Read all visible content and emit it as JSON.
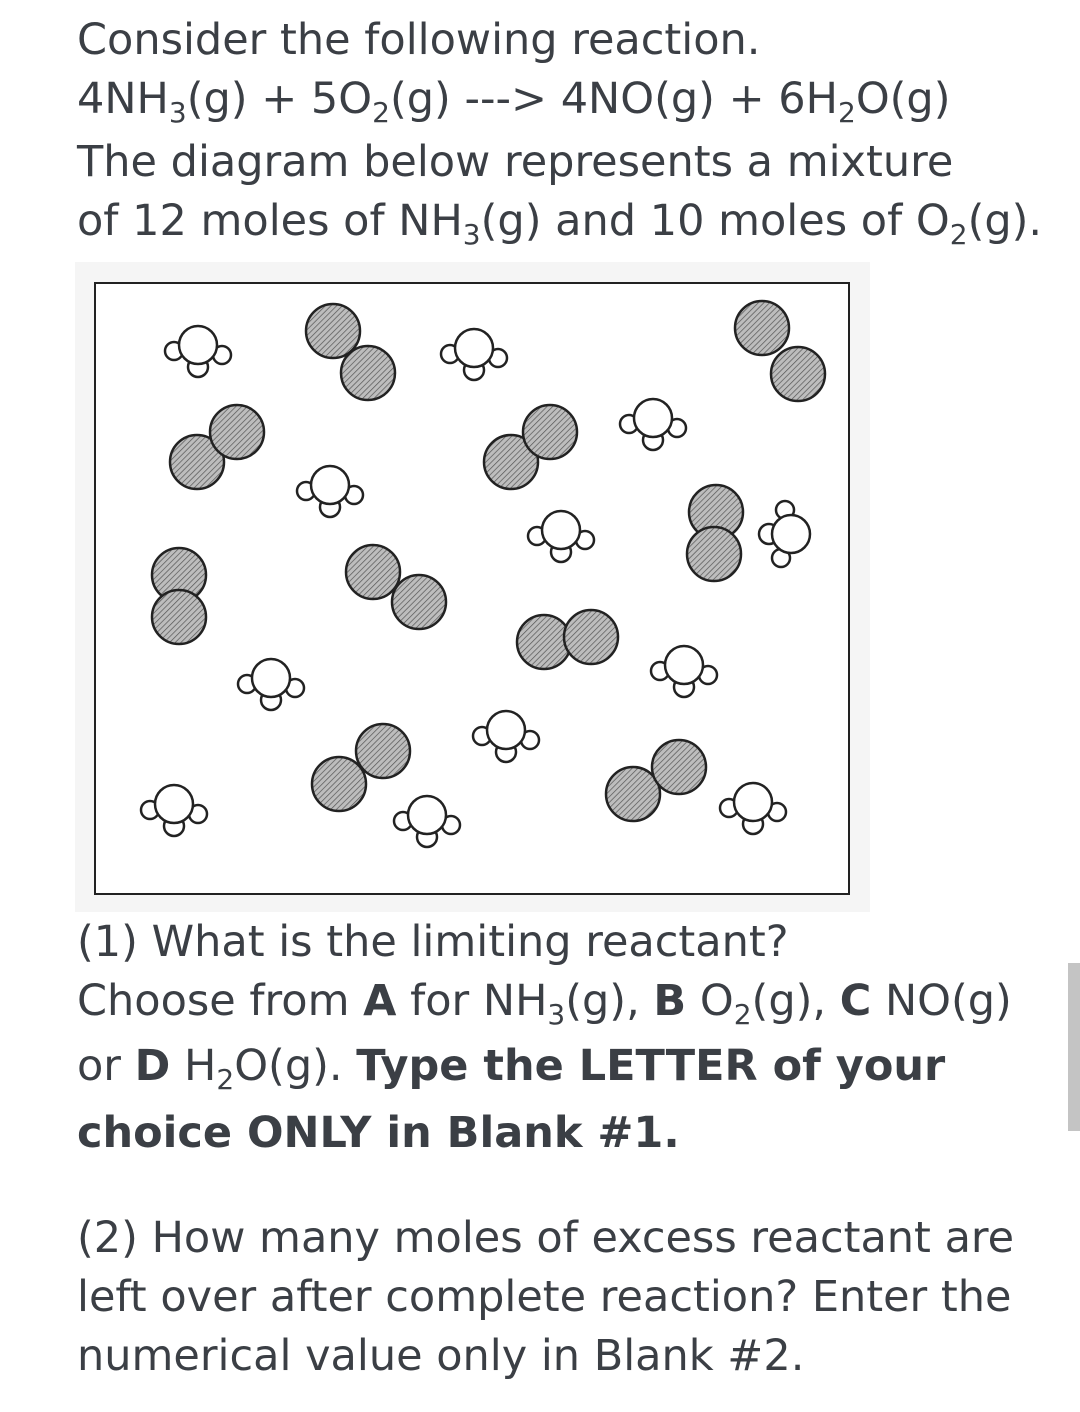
{
  "intro": {
    "line1": "Consider the following reaction.",
    "eq": {
      "a": "4NH",
      "b": "3",
      "c": "(g) + 5O",
      "d": "2",
      "e": "(g) ---> 4NO(g) + 6H",
      "f": "2",
      "g": "O(g)"
    },
    "line3": "The diagram below represents a mixture",
    "line4": {
      "a": "of 12 moles of NH",
      "b": "3",
      "c": "(g) and 10 moles of O",
      "d": "2",
      "e": "(g)."
    }
  },
  "diagram": {
    "nh3_molecule_count": 12,
    "o2_molecule_count": 10,
    "colors": {
      "frame": "#222222",
      "o2_fill": "#bdbdbd",
      "nh3_fill": "#ffffff",
      "panel": "#f5f5f5"
    }
  },
  "question1": {
    "line1": "(1) What is the limiting reactant?",
    "line2": {
      "a": "Choose from ",
      "b": "A",
      "c": " for NH",
      "d": "3",
      "e": "(g), ",
      "f": "B",
      "g": " O",
      "h": "2",
      "i": "(g), ",
      "j": "C",
      "k": " NO(g)"
    },
    "line3": {
      "a": "or ",
      "b": "D",
      "c": " H",
      "d": "2",
      "e": "O(g). ",
      "f": "Type the LETTER of your"
    },
    "line4": "choice ONLY in Blank #1."
  },
  "question2": {
    "line1": "(2) How many moles of excess reactant are",
    "line2": "left over after complete reaction? Enter the",
    "line3": "numerical value only in Blank #2."
  }
}
